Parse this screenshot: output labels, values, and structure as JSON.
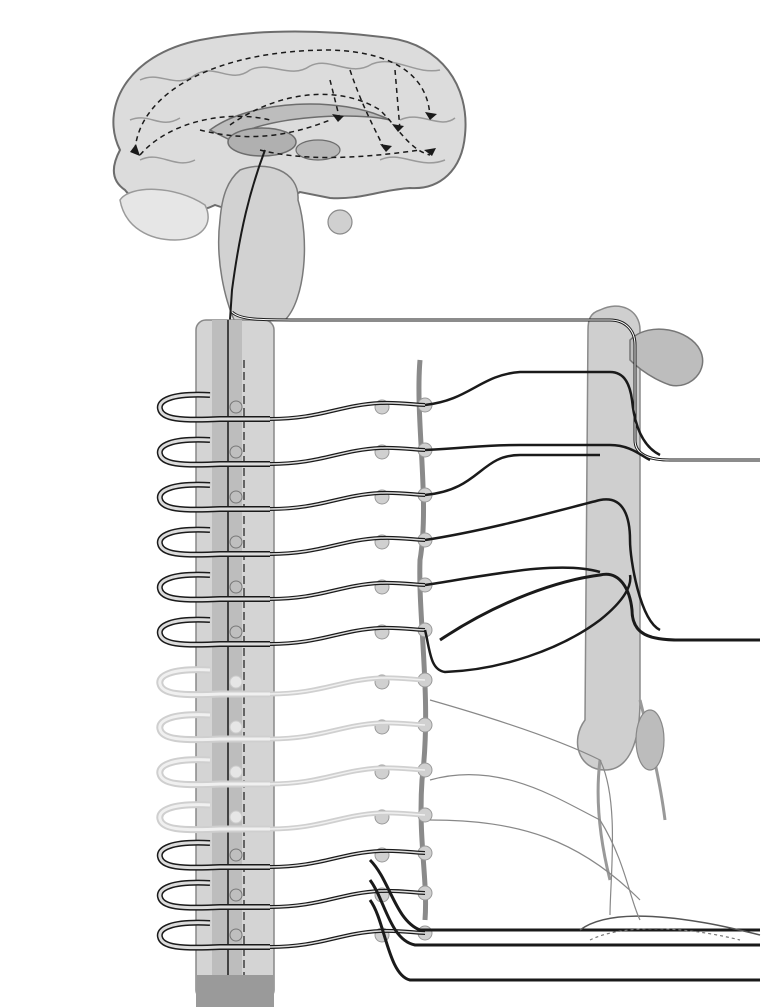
{
  "figure": {
    "description_visible_text": "",
    "colors": {
      "background": "#ffffff",
      "brain_fill": "#d9d9d9",
      "brain_outline": "#6d6d6d",
      "cord_fill": "#c8c8c8",
      "nerve_dark": "#1a1a1a",
      "nerve_mid": "#7a7a7a",
      "nerve_light": "#d6d6d6",
      "vessel_fill": "#c9c9c9"
    }
  },
  "structures": {
    "brain": "brain",
    "brainstem": "brainstem",
    "spinal_cord": "spinal-cord",
    "sympathetic_chain": "sympathetic-chain",
    "aorta": "aorta",
    "pathways": "neural-pathways"
  },
  "segments": {
    "upper_dark_count": 6,
    "middle_faded_count": 4,
    "lower_dark_count": 3
  }
}
